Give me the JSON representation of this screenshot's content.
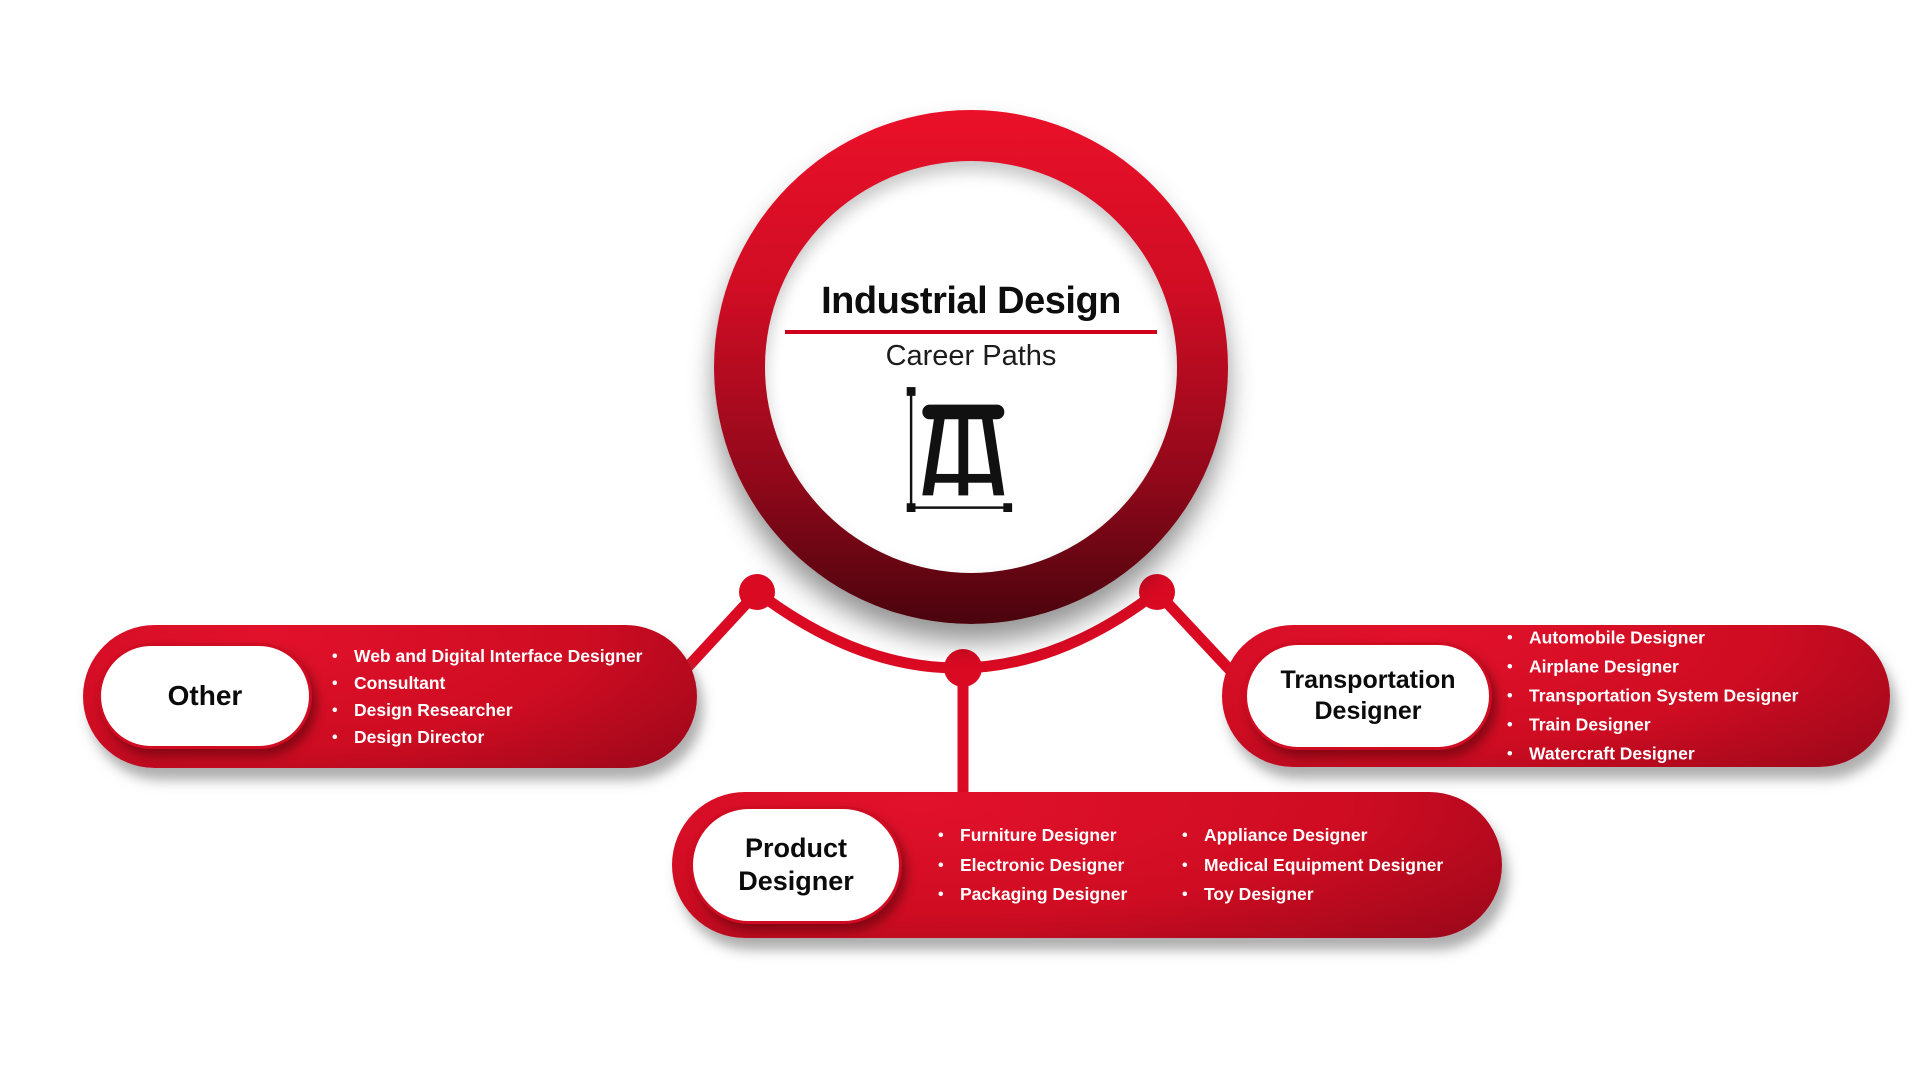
{
  "diagram": {
    "center": {
      "title": "Industrial Design",
      "subtitle": "Career Paths",
      "icon": "stool-with-dimension-lines-icon"
    },
    "branches": {
      "other": {
        "label": "Other",
        "items": [
          "Web and Digital Interface Designer",
          "Consultant",
          "Design Researcher",
          "Design Director"
        ]
      },
      "product": {
        "label_line1": "Product",
        "label_line2": "Designer",
        "items_col1": [
          "Furniture Designer",
          "Electronic Designer",
          "Packaging Designer"
        ],
        "items_col2": [
          "Appliance Designer",
          "Medical Equipment Designer",
          "Toy Designer"
        ]
      },
      "transportation": {
        "label_line1": "Transportation",
        "label_line2": "Designer",
        "items": [
          "Automobile Designer",
          "Airplane Designer",
          "Transportation System Designer",
          "Train Designer",
          "Watercraft Designer"
        ]
      }
    },
    "colors": {
      "accent_red": "#db0a23",
      "ring_top_red": "#ea1029",
      "ring_bottom_maroon": "#4a040d",
      "pill_dark_red": "#850615",
      "underline_red": "#d0021b",
      "text_dark": "#0d0d0d",
      "text_light": "#ffffff"
    }
  },
  "glyphs": {
    "bullet": "•"
  }
}
